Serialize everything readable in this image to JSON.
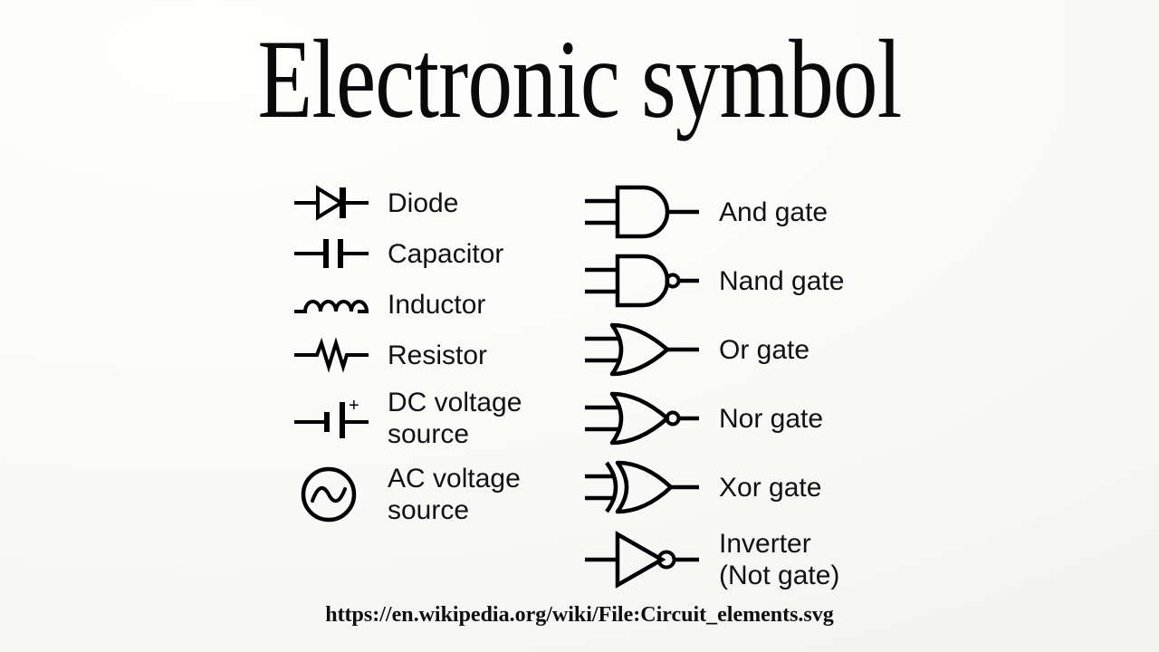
{
  "page": {
    "title": "Electronic symbol",
    "footer_url": "https://en.wikipedia.org/wiki/File:Circuit_elements.svg",
    "background_color": "#fbfbf9",
    "text_color": "#111111",
    "stroke_color": "#000000"
  },
  "left_column": {
    "items": [
      {
        "label": "Diode",
        "icon": "diode-symbol"
      },
      {
        "label": "Capacitor",
        "icon": "capacitor-symbol"
      },
      {
        "label": "Inductor",
        "icon": "inductor-symbol"
      },
      {
        "label": "Resistor",
        "icon": "resistor-symbol"
      },
      {
        "label": "DC voltage\nsource",
        "icon": "dc-voltage-source-symbol",
        "marking": "+"
      },
      {
        "label": "AC voltage\nsource",
        "icon": "ac-voltage-source-symbol"
      }
    ]
  },
  "right_column": {
    "items": [
      {
        "label": "And gate",
        "icon": "and-gate-symbol"
      },
      {
        "label": "Nand gate",
        "icon": "nand-gate-symbol"
      },
      {
        "label": "Or gate",
        "icon": "or-gate-symbol"
      },
      {
        "label": "Nor gate",
        "icon": "nor-gate-symbol"
      },
      {
        "label": "Xor gate",
        "icon": "xor-gate-symbol"
      },
      {
        "label": "Inverter\n(Not gate)",
        "icon": "inverter-not-gate-symbol"
      }
    ]
  }
}
